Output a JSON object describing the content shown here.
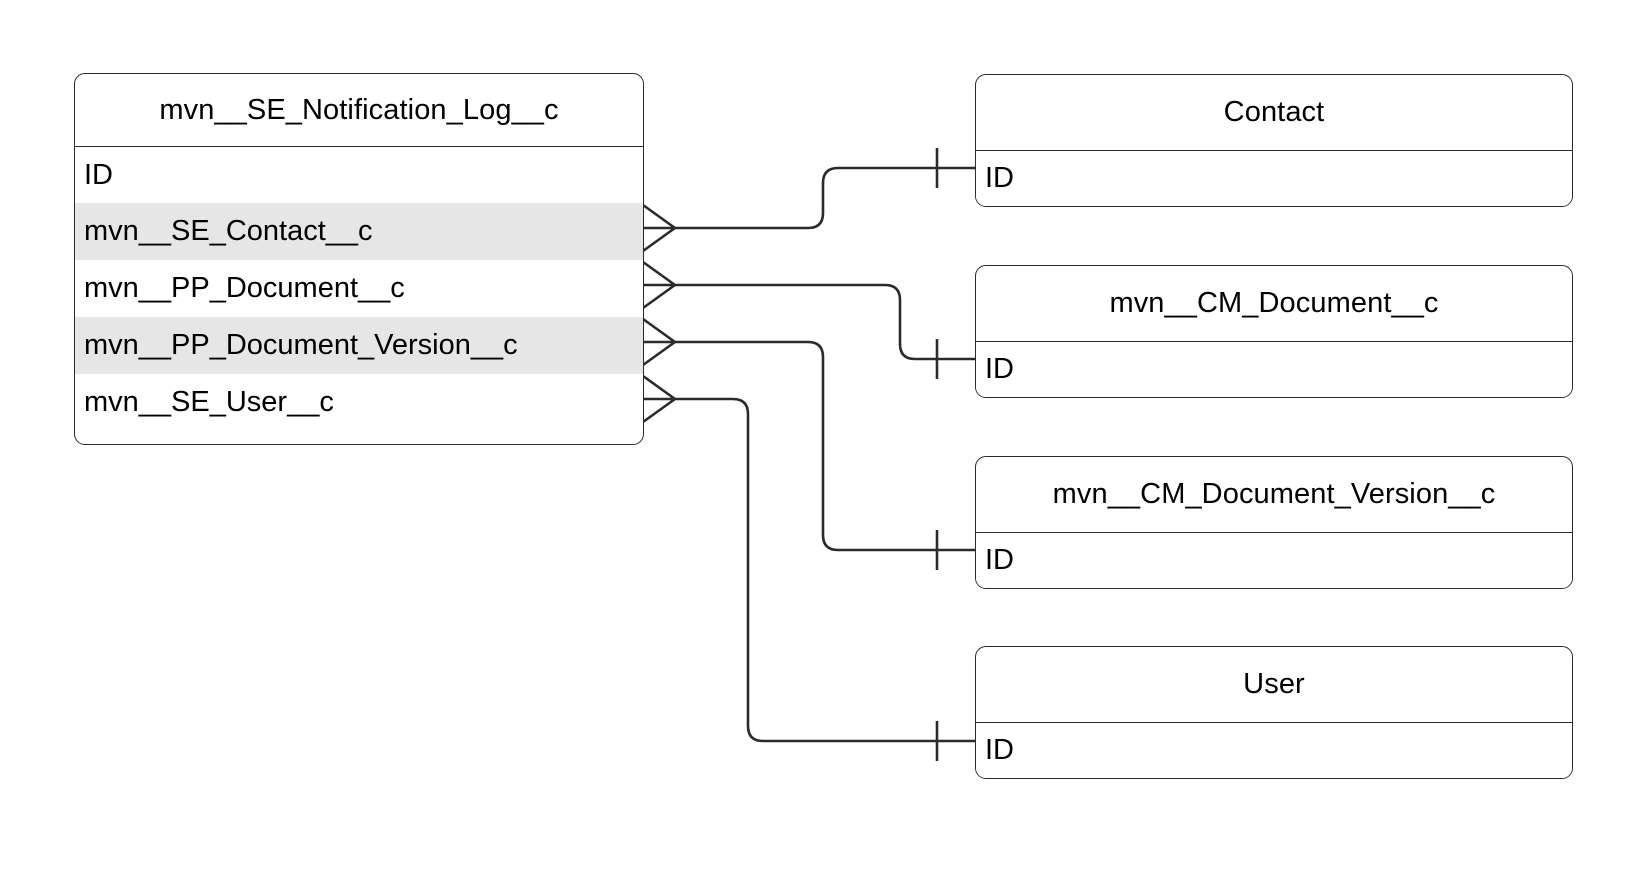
{
  "diagram": {
    "type": "entity-relationship-diagram",
    "notation": "crows-foot",
    "background_color": "#ffffff",
    "line_color": "#2b2b2b",
    "stripe_color": "#e6e6e6",
    "text_color": "#000000"
  },
  "source_entity": {
    "name": "mvn__SE_Notification_Log__c",
    "fields": [
      {
        "label": "ID",
        "striped": false
      },
      {
        "label": "mvn__SE_Contact__c",
        "striped": true
      },
      {
        "label": "mvn__PP_Document__c",
        "striped": false
      },
      {
        "label": "mvn__PP_Document_Version__c",
        "striped": true
      },
      {
        "label": "mvn__SE_User__c",
        "striped": false
      }
    ]
  },
  "target_entities": [
    {
      "name": "Contact",
      "fields": [
        {
          "label": "ID"
        }
      ]
    },
    {
      "name": "mvn__CM_Document__c",
      "fields": [
        {
          "label": "ID"
        }
      ]
    },
    {
      "name": "mvn__CM_Document_Version__c",
      "fields": [
        {
          "label": "ID"
        }
      ]
    },
    {
      "name": "User",
      "fields": [
        {
          "label": "ID"
        }
      ]
    }
  ],
  "relationships": [
    {
      "from_field": "mvn__SE_Contact__c",
      "to_entity": "Contact",
      "to_field": "ID",
      "from_cardinality": "many",
      "to_cardinality": "one"
    },
    {
      "from_field": "mvn__PP_Document__c",
      "to_entity": "mvn__CM_Document__c",
      "to_field": "ID",
      "from_cardinality": "many",
      "to_cardinality": "one"
    },
    {
      "from_field": "mvn__PP_Document_Version__c",
      "to_entity": "mvn__CM_Document_Version__c",
      "to_field": "ID",
      "from_cardinality": "many",
      "to_cardinality": "one"
    },
    {
      "from_field": "mvn__SE_User__c",
      "to_entity": "User",
      "to_field": "ID",
      "from_cardinality": "many",
      "to_cardinality": "one"
    }
  ]
}
